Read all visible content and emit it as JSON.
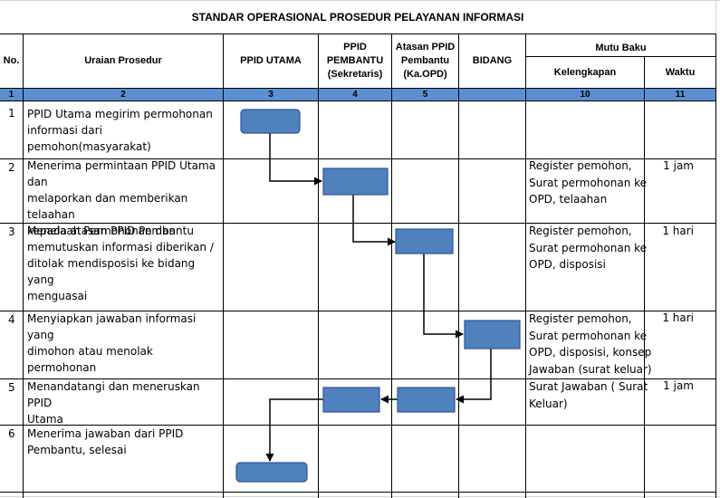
{
  "sheet_title": "STANDAR OPERASIONAL PROSEDUR PELAYANAN INFORMASI",
  "headers": {
    "no": "No.",
    "uraian": "Uraian Prosedur",
    "ppid_utama": "PPID UTAMA",
    "ppid_pembantu": [
      "PPID",
      "PEMBANTU",
      "(Sekretaris)"
    ],
    "atasan": [
      "Atasan PPID",
      "Pembantu",
      "(Ka.OPD)"
    ],
    "bidang": "BIDANG",
    "mutu_baku": "Mutu Baku",
    "kelengkapan": "Kelengkapan",
    "waktu": "Waktu"
  },
  "column_numbers": [
    "1",
    "2",
    "3",
    "4",
    "5",
    "",
    "10",
    "11"
  ],
  "rows": [
    {
      "no": "1",
      "uraian": [
        "PPID Utama megirim permohonan",
        "informasi dari pemohon(masyarakat)"
      ],
      "kelengkapan": [],
      "waktu": ""
    },
    {
      "no": "2",
      "uraian": [
        "Menerima permintaan PPID Utama dan",
        "melaporkan dan memberikan telaahan",
        "kepada atasan PPID Pembantu"
      ],
      "kelengkapan": [
        "Register pemohon,",
        "Surat permohonan ke",
        "OPD, telaahan"
      ],
      "waktu": "1 jam"
    },
    {
      "no": "3",
      "uraian": [
        "Menelaah Permohonan dan",
        "memutuskan informasi diberikan /",
        "ditolak mendisposisi ke bidang yang",
        "menguasai"
      ],
      "kelengkapan": [
        "Register pemohon,",
        "Surat permohonan ke",
        "OPD, disposisi"
      ],
      "waktu": "1 hari"
    },
    {
      "no": "4",
      "uraian": [
        "Menyiapkan jawaban informasi yang",
        "dimohon atau menolak permohonan"
      ],
      "kelengkapan": [
        "Register pemohon,",
        "Surat permohonan ke",
        "OPD, disposisi, konsep",
        "Jawaban (surat keluar)"
      ],
      "waktu": "1 hari"
    },
    {
      "no": "5",
      "uraian": [
        "Menandatangi dan meneruskan PPID",
        "Utama"
      ],
      "kelengkapan": [
        "Surat Jawaban ( Surat",
        "Keluar)"
      ],
      "waktu": "1 jam"
    },
    {
      "no": "6",
      "uraian": [
        "Menerima jawaban dari PPID",
        "Pembantu, selesai"
      ],
      "kelengkapan": [],
      "waktu": ""
    }
  ],
  "colors": {
    "shape_fill": "#4f81bd",
    "shape_stroke": "#2f5597",
    "header_band": "#5b8fd1",
    "gridline": "#d4d4d4",
    "border": "#000000"
  }
}
